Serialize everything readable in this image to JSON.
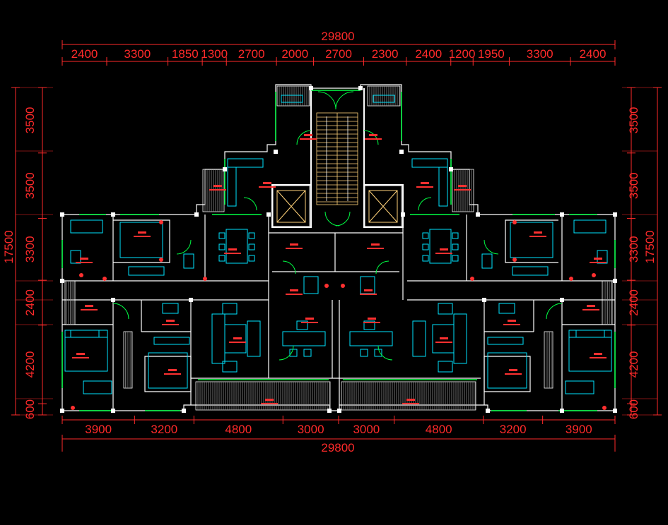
{
  "colors": {
    "background": "#000000",
    "dimension": "#ff2a2a",
    "wall": "#ffffff",
    "furniture": "#00e5ff",
    "window": "#00ff44",
    "stair": "#ffd27a",
    "hatch": "#9a9a9a"
  },
  "dimensions": {
    "total_top": "29800",
    "top_segments": [
      "2400",
      "3300",
      "1850",
      "1300",
      "2700",
      "2000",
      "2700",
      "2300",
      "2400",
      "1200",
      "1950",
      "3300",
      "2400"
    ],
    "total_bottom": "29800",
    "bottom_segments": [
      "3900",
      "3200",
      "4800",
      "3000",
      "3000",
      "4800",
      "3200",
      "3900"
    ],
    "left_segments": [
      "3500",
      "3500",
      "3300",
      "2400",
      "4200",
      "600"
    ],
    "left_total": "17500",
    "right_segments": [
      "3500",
      "3500",
      "3300",
      "2400",
      "4200",
      "600"
    ],
    "right_total": "17500"
  }
}
